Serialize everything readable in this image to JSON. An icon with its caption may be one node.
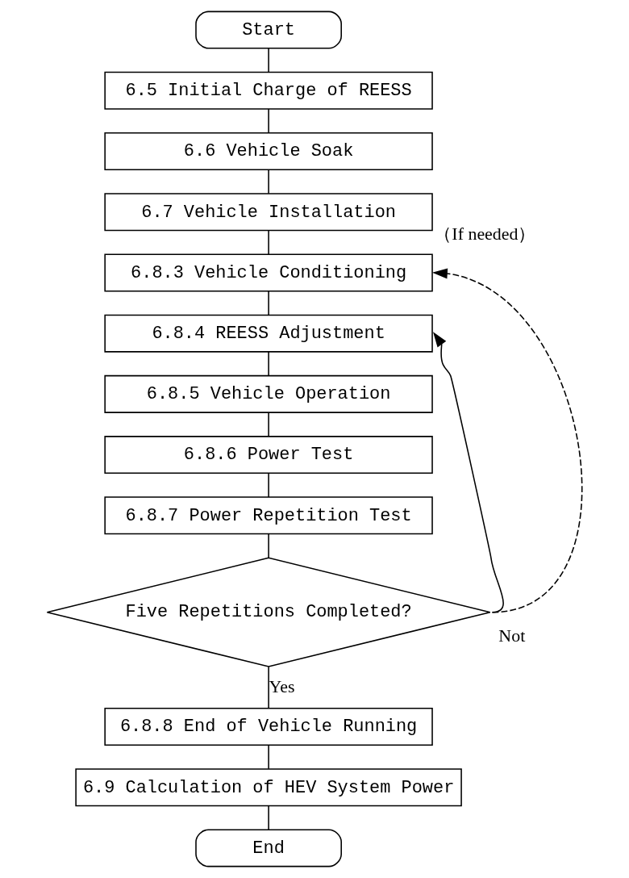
{
  "diagram": {
    "nodes": [
      {
        "text": [
          "Start"
        ]
      },
      {
        "text": [
          "6.5 Initial Charge of REESS"
        ]
      },
      {
        "text": [
          "6.6 Vehicle Soak"
        ]
      },
      {
        "text": [
          "6.7 Vehicle Installation"
        ]
      },
      {
        "text": [
          "6.8.3 Vehicle Conditioning"
        ]
      },
      {
        "text": [
          "6.8.4 REESS Adjustment"
        ]
      },
      {
        "text": [
          "6.8.5 Vehicle Operation"
        ]
      },
      {
        "text": [
          "6.8.6 Power Test"
        ]
      },
      {
        "text": [
          "6.8.7 Power Repetition Test"
        ]
      },
      {
        "text": [
          "Five Repetitions Completed?"
        ]
      },
      {
        "text": [
          "6.8.8 End of Vehicle Running"
        ]
      },
      {
        "text": [
          "6.9 Calculation of HEV System Power"
        ]
      },
      {
        "text": [
          "End"
        ]
      }
    ],
    "edges": [
      {
        "from": 0,
        "to": 1,
        "arrow": "none"
      },
      {
        "from": 1,
        "to": 2,
        "arrow": "none"
      },
      {
        "from": 2,
        "to": 3,
        "arrow": "none"
      },
      {
        "from": 3,
        "to": 4,
        "arrow": "none"
      },
      {
        "from": 4,
        "to": 5,
        "arrow": "none"
      },
      {
        "from": 5,
        "to": 6,
        "arrow": "none"
      },
      {
        "from": 6,
        "to": 7,
        "arrow": "none"
      },
      {
        "from": 7,
        "to": 8,
        "arrow": "none"
      },
      {
        "from": 8,
        "to": 9,
        "arrow": "none"
      },
      {
        "from": 9,
        "to": 10,
        "label": "Yes",
        "arrow": "none"
      },
      {
        "from": 10,
        "to": 11,
        "arrow": "none"
      },
      {
        "from": 11,
        "to": 12,
        "arrow": "none"
      },
      {
        "from": 9,
        "to": 5,
        "label": "Not",
        "arrow": "to"
      },
      {
        "from": 9,
        "to": 4,
        "label": "（If needed）",
        "arrow": "to",
        "style": "dashed"
      }
    ]
  }
}
